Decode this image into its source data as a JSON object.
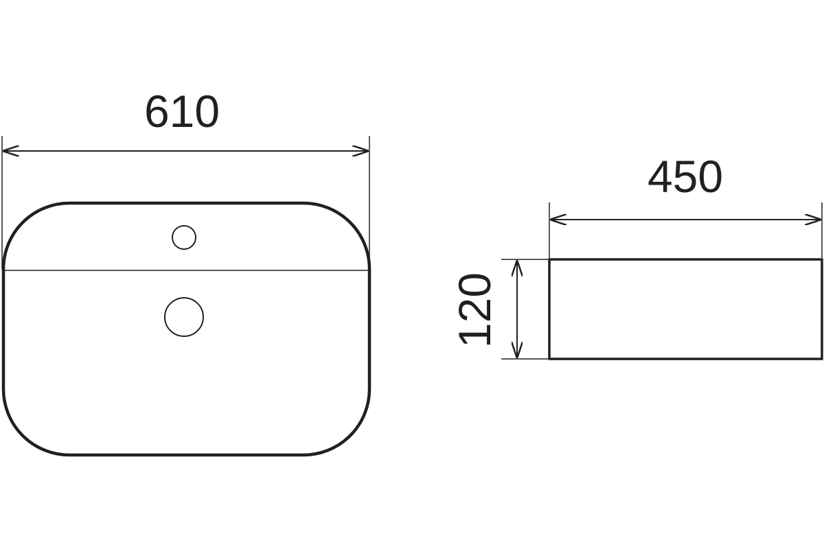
{
  "dimensions": {
    "top_width": "610",
    "side_width": "450",
    "side_height": "120"
  },
  "colors": {
    "outline": "#231f20",
    "dimension_line": "#231f20",
    "background": "#ffffff"
  }
}
